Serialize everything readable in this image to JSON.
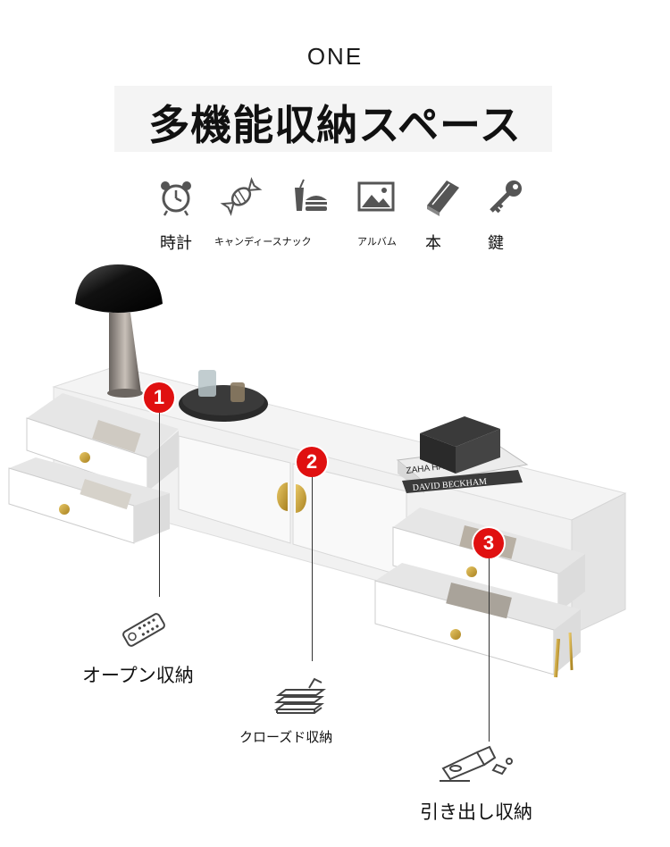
{
  "header": {
    "eyebrow": "ONE",
    "title": "多機能収納スペース"
  },
  "features": [
    {
      "label": "時計",
      "icon": "alarm-clock-icon"
    },
    {
      "label": "キャンディースナック",
      "icon": "candy-icon"
    },
    {
      "label": "アルバム",
      "icon": "photo-album-icon"
    },
    {
      "label": "本",
      "icon": "book-icon"
    },
    {
      "label": "鍵",
      "icon": "key-icon"
    }
  ],
  "snack_icon": "burger-drink-icon",
  "callouts": [
    {
      "number": "1",
      "label": "オープン収納",
      "icon": "remote-control-icon"
    },
    {
      "number": "2",
      "label": "クローズド収納",
      "icon": "folded-clothes-icon"
    },
    {
      "number": "3",
      "label": "引き出し収納",
      "icon": "cosmetics-icon"
    }
  ],
  "books": {
    "top": "ZAHA HADID",
    "bottom": "DAVID BECKHAM"
  },
  "colors": {
    "badge": "#e01010",
    "gold": "#c9a23a",
    "cabinet": "#f6f6f6"
  }
}
